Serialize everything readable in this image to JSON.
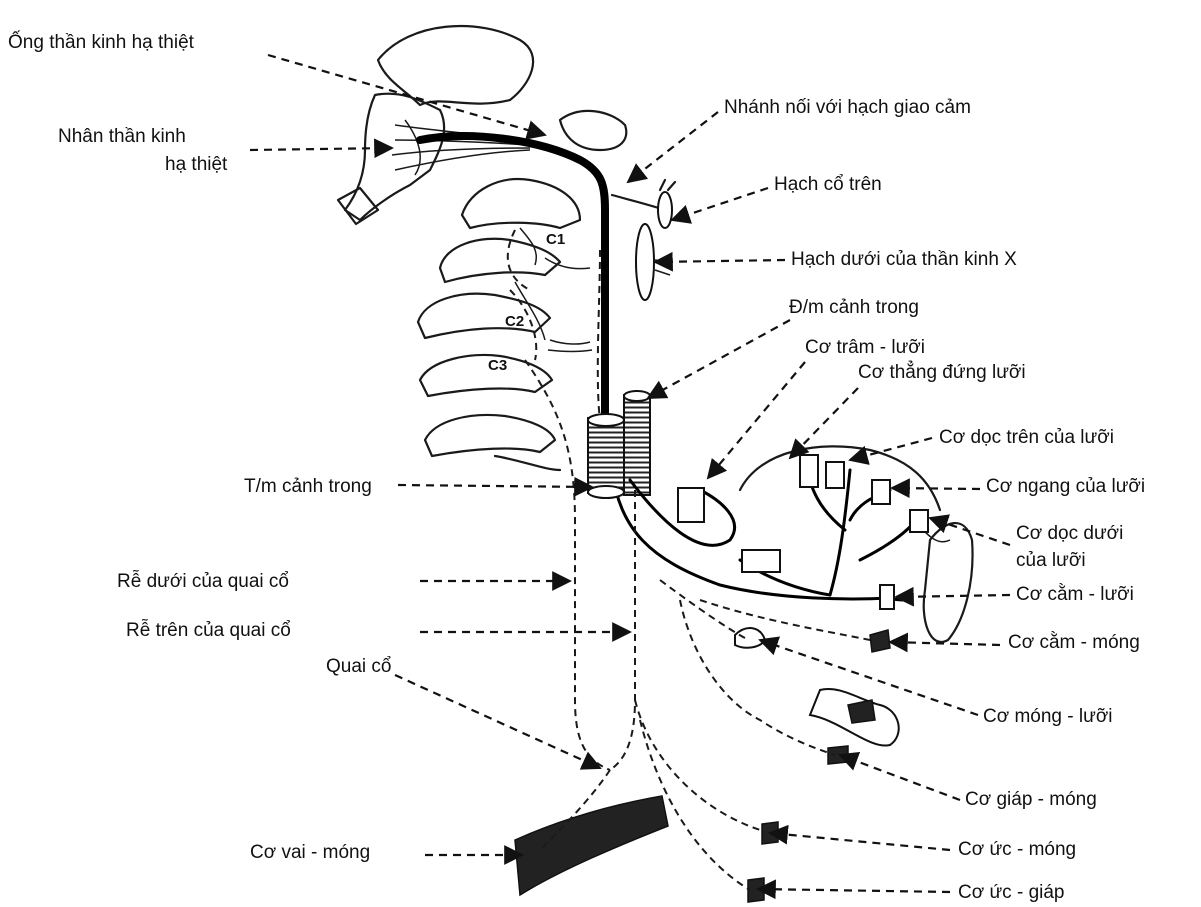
{
  "labels": {
    "ong_than_kinh": "Ống thần kinh hạ thiệt",
    "nhan_tk_1": "Nhân thần kinh",
    "nhan_tk_2": "hạ thiệt",
    "nhanh_noi": "Nhánh nối với hạch giao cảm",
    "hach_co_tren": "Hạch cổ trên",
    "hach_duoi_x": "Hạch dưới của thần kinh X",
    "dm_canh": "Đ/m cảnh trong",
    "co_tram_luoi": "Cơ trâm - lưỡi",
    "co_thang_dung": "Cơ thẳng đứng lưỡi",
    "co_doc_tren": "Cơ dọc trên của lưỡi",
    "co_ngang": "Cơ ngang của lưỡi",
    "co_doc_duoi_1": "Cơ dọc dưới",
    "co_doc_duoi_2": "của lưỡi",
    "co_cam_luoi": "Cơ cằm - lưỡi",
    "co_cam_mong": "Cơ cằm - móng",
    "co_mong_luoi": "Cơ móng  - lưỡi",
    "co_giap_mong": "Cơ giáp - móng",
    "co_uc_mong": "Cơ ức - móng",
    "co_uc_giap": "Cơ ức - giáp",
    "co_vai_mong": "Cơ vai - móng",
    "tm_canh": "T/m cảnh trong",
    "re_duoi": "Rễ dưới của quai cổ",
    "re_tren": "Rễ trên của quai cổ",
    "quai_co": "Quai cổ",
    "c1": "C1",
    "c2": "C2",
    "c3": "C3"
  }
}
